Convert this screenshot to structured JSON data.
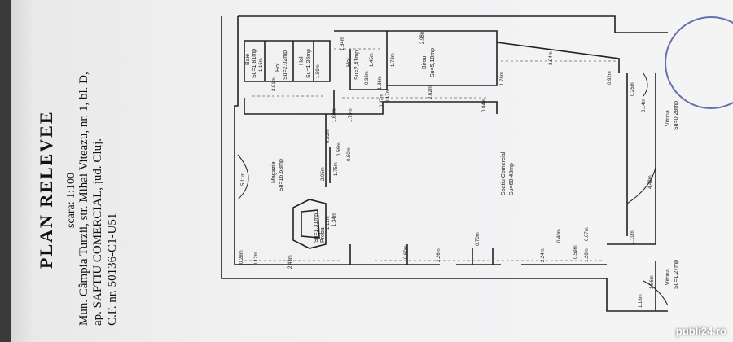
{
  "document": {
    "title": "PLAN RELEVEE",
    "scale": "scara: 1:100",
    "address_line1": "Mun. Câmpia Turzii, str. Mihai Viteazu, nr. 1, bl. D,",
    "address_line2": "ap. SAPTIU COMERCIAL, jud. Cluj.",
    "cf_number": "C.F. nr. 50136-C1-U51"
  },
  "rooms": {
    "magazie": {
      "name": "Magazie",
      "area": "Su=16,63mp"
    },
    "spatiu": {
      "name": "Spatiu Comercial",
      "area": "Su=60,43mp"
    },
    "birou": {
      "name": "Birou",
      "area": "Su=5,18mp"
    },
    "hol1": {
      "name": "Hol",
      "area": "Su=2,02mp"
    },
    "hol2": {
      "name": "Hol",
      "area": "Su=1,26mp"
    },
    "hol3": {
      "name": "Hol",
      "area": "Su=2,41mp"
    },
    "baie": {
      "name": "Baie",
      "area": "Su=1,81mp"
    },
    "proba": {
      "name": "Proba",
      "area": "Su=1,31mp"
    },
    "vitrina1": {
      "name": "Vitrina",
      "area": "Su=0,28mp"
    },
    "vitrina2": {
      "name": "Vitrina",
      "area": "Su=1,27mp"
    }
  },
  "dimensions": {
    "d_511": "5.11m",
    "d_291": "2.91m",
    "d_168": "1.68m",
    "d_179": "1.79m",
    "d_262": "2.62m",
    "d_298": "2.98m",
    "d_184": "1.84m",
    "d_173": "1.73m",
    "d_145": "1.45m",
    "d_136": "1.36m",
    "d_178": "1.78m",
    "d_394": "3.94m",
    "d_092": "0.92m",
    "d_084": "0.84m",
    "d_243": "2.43m",
    "d_226": "2.26m",
    "d_224": "2.24m",
    "d_128": "1.28m",
    "d_448": "4.48m",
    "d_205": "2.05m",
    "d_175": "1.75m",
    "d_053": "0.53m",
    "d_056": "0.56m",
    "d_134": "1.34m",
    "d_112": "1.12m",
    "d_060": "0.60m",
    "d_070": "0.70m",
    "d_040": "0.40m",
    "d_059": "0.59m",
    "d_007": "0.07m",
    "d_118": "1.18m",
    "d_156": "1.56m",
    "d_116": "1.16m",
    "d_038": "0.38m",
    "d_047": "0.47m",
    "d_017": "0.17m",
    "d_025": "0.25m",
    "d_014": "0.14m",
    "d_159": "1.59m",
    "d_012": "0.12m",
    "d_028": "0.28m",
    "d_110": "1.10m",
    "d_050": "0.50m"
  },
  "watermark": "publi24.ro"
}
